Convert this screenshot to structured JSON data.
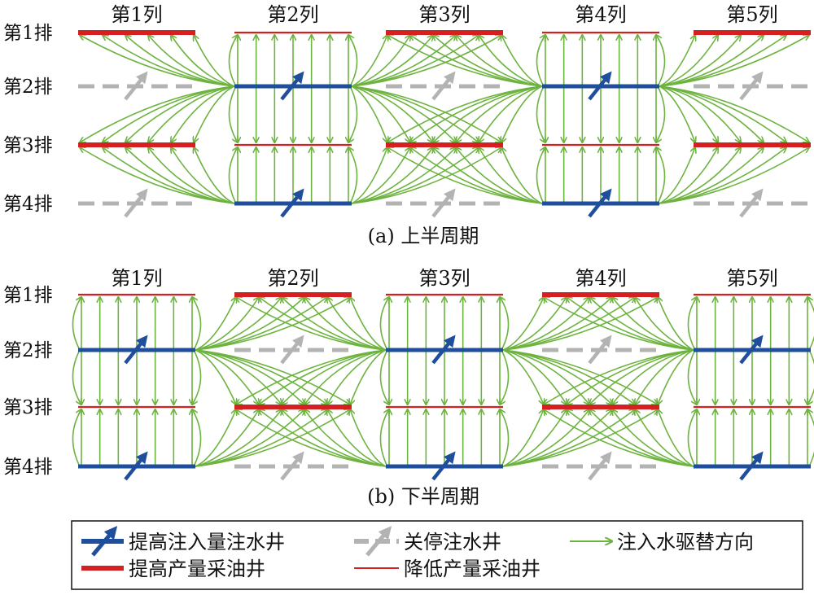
{
  "panels": [
    {
      "caption": "(a) 上半周期",
      "columns": [
        "第1列",
        "第2列",
        "第3列",
        "第4列",
        "第5列"
      ],
      "rows": [
        "第1排",
        "第2排",
        "第3排",
        "第4排"
      ],
      "injector_columns": [
        2,
        4
      ],
      "shut_in_columns": [
        1,
        3,
        5
      ]
    },
    {
      "caption": "(b) 下半周期",
      "columns": [
        "第1列",
        "第2列",
        "第3列",
        "第4列",
        "第5列"
      ],
      "rows": [
        "第1排",
        "第2排",
        "第3排",
        "第4排"
      ],
      "injector_columns": [
        1,
        3,
        5
      ],
      "shut_in_columns": [
        2,
        4
      ]
    }
  ],
  "legend": {
    "items": [
      {
        "key": "increased_injection_well",
        "label": "提高注入量注水井",
        "color": "#1f4e9c"
      },
      {
        "key": "shut_in_injection_well",
        "label": "关停注水井",
        "color": "#b3b3b3"
      },
      {
        "key": "water_drive_direction",
        "label": "注入水驱替方向",
        "color": "#6db33f"
      },
      {
        "key": "increased_production_well",
        "label": "提高产量采油井",
        "color": "#d42020"
      },
      {
        "key": "reduced_production_well",
        "label": "降低产量采油井",
        "color": "#d42020"
      }
    ]
  },
  "colors": {
    "injector": "#1f4e9c",
    "shut_in": "#b3b3b3",
    "flow": "#6db33f",
    "producer": "#d42020"
  }
}
